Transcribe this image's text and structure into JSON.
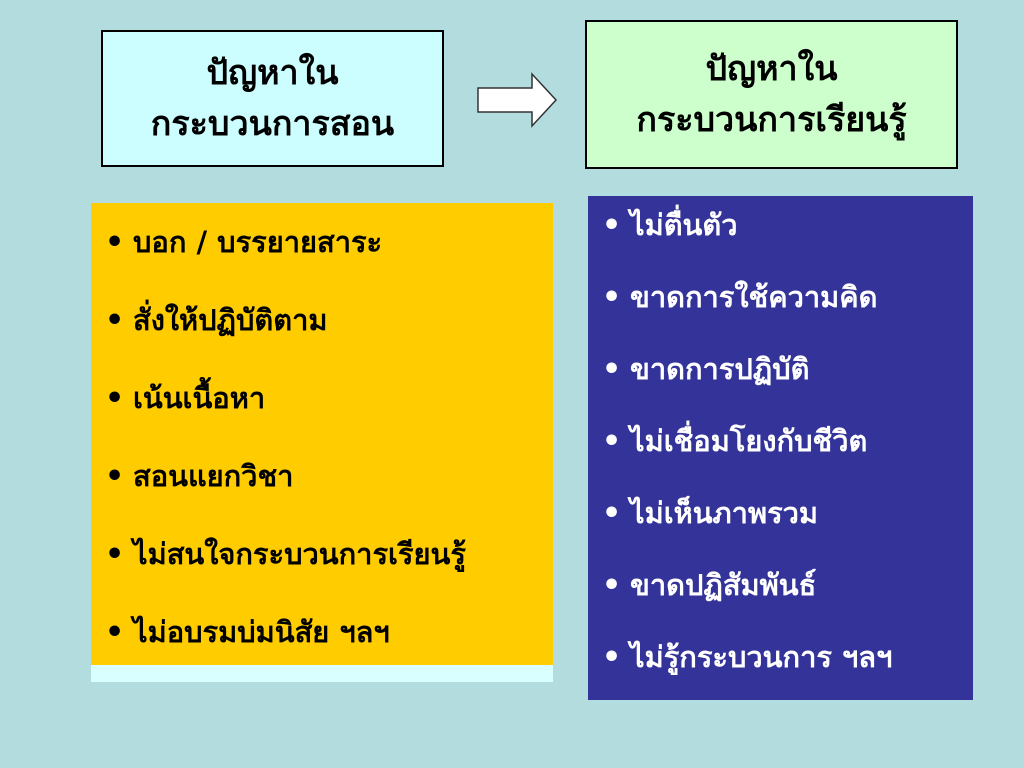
{
  "left_title": [
    "ปัญหาใน",
    "กระบวนการสอน"
  ],
  "right_title": [
    "ปัญหาใน",
    "กระบวนการเรียนรู้"
  ],
  "bullet": "•",
  "left_items": [
    "บอก / บรรยายสาระ",
    "สั่งให้ปฏิบัติตาม",
    "เน้นเนื้อหา",
    "สอนแยกวิชา",
    "ไม่สนใจกระบวนการเรียนรู้",
    "ไม่อบรมบ่มนิสัย ฯลฯ"
  ],
  "right_items": [
    "ไม่ตื่นตัว",
    "ขาดการใช้ความคิด",
    "ขาดการปฏิบัติ",
    "ไม่เชื่อมโยงกับชีวิต",
    "ไม่เห็นภาพรวม",
    "ขาดปฏิสัมพันธ์",
    "ไม่รู้กระบวนการ ฯลฯ"
  ],
  "colors": {
    "background": "#b3dcdf",
    "left_title_fill": "#ccfeff",
    "right_title_fill": "#ccffcc",
    "left_panel": "#ffcc00",
    "right_panel": "#333399"
  },
  "icons": {
    "arrow": "arrow-right-icon"
  }
}
